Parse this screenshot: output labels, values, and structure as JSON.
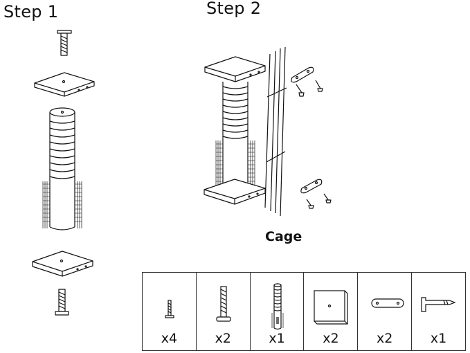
{
  "step1": {
    "title": "Step 1"
  },
  "step2": {
    "title": "Step 2",
    "cage_label": "Cage"
  },
  "parts": [
    {
      "icon": "small-screw-icon",
      "qty": "x4"
    },
    {
      "icon": "long-bolt-icon",
      "qty": "x2"
    },
    {
      "icon": "spring-post-icon",
      "qty": "x1"
    },
    {
      "icon": "square-platform-icon",
      "qty": "x2"
    },
    {
      "icon": "bracket-plate-icon",
      "qty": "x2"
    },
    {
      "icon": "l-hook-icon",
      "qty": "x1"
    }
  ]
}
